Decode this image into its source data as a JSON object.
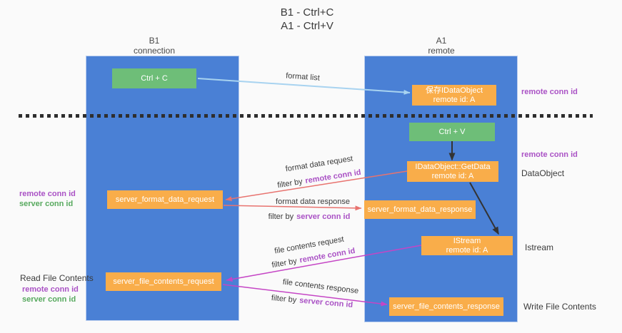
{
  "title": {
    "line1": "B1 - Ctrl+C",
    "line2": "A1 - Ctrl+V"
  },
  "lanes": {
    "left": {
      "line1": "B1",
      "line2": "connection"
    },
    "right": {
      "line1": "A1",
      "line2": "remote"
    }
  },
  "nodes": {
    "ctrl_c": {
      "label": "Ctrl + C"
    },
    "ctrl_v": {
      "label": "Ctrl + V"
    },
    "save_idataobject": {
      "line1": "保存IDataObject",
      "line2": "remote id: A"
    },
    "getdata": {
      "line1": "IDataObject::GetData",
      "line2": "remote id: A"
    },
    "istream": {
      "line1": "IStream",
      "line2": "remote id: A"
    },
    "format_request": {
      "label": "server_format_data_request"
    },
    "format_response": {
      "label": "server_format_data_response"
    },
    "file_request": {
      "label": "server_file_contents_request"
    },
    "file_response": {
      "label": "server_file_contents_response"
    }
  },
  "labels": {
    "remote_conn_id": "remote conn id",
    "server_conn_id": "server conn id",
    "filter_by": "filter by",
    "format_list": "format list",
    "format_data_request": "format data request",
    "format_data_response": "format data response",
    "file_contents_request": "file contents request",
    "file_contents_response": "file contents response",
    "dataobject": "DataObject",
    "istream": "Istream",
    "read_file_contents": "Read File Contents",
    "write_file_contents": "Write File Contents"
  },
  "colors": {
    "bg": "#fafafa",
    "lane_blue": "#4a80d5",
    "node_orange": "#f9ad4a",
    "node_green": "#6ebe78",
    "arrow_blue": "#a8d3f0",
    "arrow_black": "#333333",
    "arrow_red": "#e8736f",
    "arrow_magenta": "#c545c5",
    "text_purple": "#aa52c5",
    "text_green": "#57a95e",
    "text_dark": "#3a3a3a"
  }
}
